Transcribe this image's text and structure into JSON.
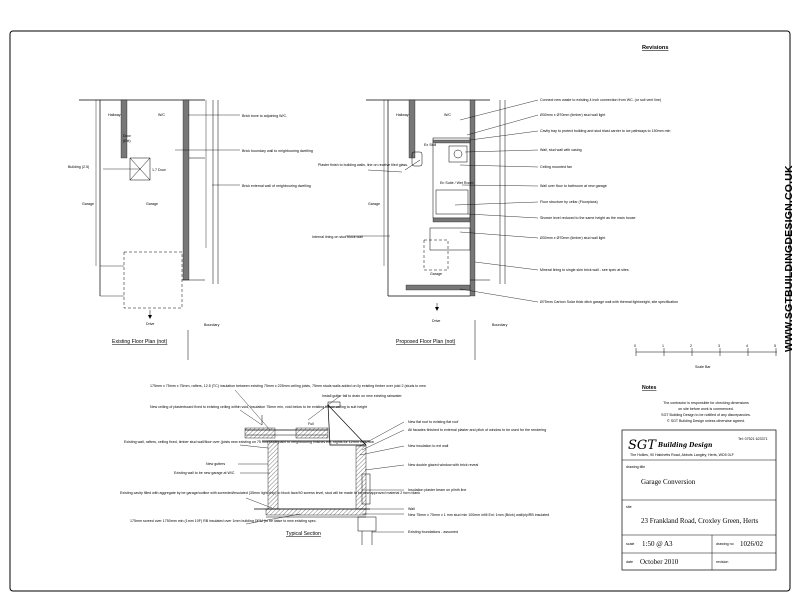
{
  "revisions": {
    "title": "Revisions"
  },
  "brand": {
    "website": "WWW.SGTBUILDINGDESIGN.CO.UK"
  },
  "existing_plan": {
    "title": "Existing Floor Plan (not)",
    "labels": {
      "hallway": "Hallway",
      "wc": "W/C",
      "door": "Door",
      "ext_door": "(Ext)",
      "building_wall": "Building (2.5)",
      "door_size": "1.7 Door",
      "garage_left": "Garage",
      "garage_center": "Garage",
      "drive": "Drive",
      "boundary": "Boundary"
    },
    "callouts": [
      "Brick boxe to adjoining W/C.",
      "Brick boundary wall to neighbouring dwelling",
      "Brick external wall of neighbouring dwelling"
    ]
  },
  "proposed_plan": {
    "title": "Proposed Floor Plan (not)",
    "labels": {
      "hallway": "Hallway",
      "wc": "W/C",
      "shower": "Ex Stoll",
      "en_suite": "En Suite / Wet Room",
      "garage_left": "Garage",
      "dressing": "Garage",
      "drive": "Drive",
      "boundary": "Boundary"
    },
    "left_notes": [
      "Plaster finish to building walls, line on receive tiled glass.",
      "Internal lining on stud block wall"
    ],
    "callouts": [
      "Connect new waste to existing 4 inch connection from WC. (or soil vent line)",
      "Ø30mm x Ø70mm (timber) stud wall light",
      "Cavity tray to protect building and stud blast carrier to ice pathways to 150mm min",
      "Wall, stud wall with casing",
      "Ceiling mounted fan",
      "Wall over floor to bathroom at new garage",
      "Floor structure by cellar (Floorplans)",
      "Shower level reduced to the same height as the main house",
      "Ø30mm x Ø70mm (timber) stud wall light",
      "Mineral lining to single skin brick wall - see spec at sites",
      "Ø75mm Carbon Solar thick ditch garage wall with thermal lightweight, site specification"
    ]
  },
  "section": {
    "title": "Typical Section",
    "left_notes": [
      "175mm x 75mm x 75mm, rafters, 12.5 (TC) insulation between existing 75mm x 225mm ceiling joists, 75mm studs walls added on lly existing timber over joist 2 (studs to new",
      "New ceiling of plasterboard fixed to existing ceiling within void, insulation 75mm min, void below to be existing below celling to suit height",
      "Existing wall, rafters, ceiling fixed, timber stud wall/floor over (joists new existing on 75 mm studs paint to neighbouring finishes ext, nights for 12mm max, low",
      "New gutters",
      "Existing wall to be new garage at W/C",
      "Existing cavity filled with aggregate by be garage/outline with screeded/insulated (35mm light chip) to block face/40 screws level, stud will be made to be new approved material 2 form blank",
      "175mm screed over 1750mm min (1mm 10F) RB insulated over 1mm building DPM (to be liaise to new existing spec."
    ],
    "top_note": "Install gutter fall to drain on new existing rainwater",
    "roof_label": "Full",
    "right_notes": [
      "New flat roof to existing flat roof",
      "All facades finished to external plaster and pitch of window to be used for the rendering",
      "New insulation to ext wall",
      "New double glazed window with brick reveal",
      "Insulation plaster beam on plinth line",
      "Wall",
      "New 75mm x 75mm x 1 mm stud min 100mm infill Ext: 1mm (Brick) wall/ply/RB insulated",
      "Existing foundations - assumed"
    ]
  },
  "scale_bar": {
    "label": "Scale Bar",
    "ticks": [
      "0",
      "1",
      "2",
      "3",
      "4",
      "5"
    ]
  },
  "notes": {
    "title": "Notes",
    "lines": [
      "The contractor is responsible for checking dimensions",
      "on site before work is commenced.",
      "SGT Building Design to be notified of any discrepancies.",
      "© SGT Building Design unless otherwise agreed."
    ]
  },
  "title_block": {
    "logo_initials": "SGT",
    "logo_text": "Building Design",
    "phone": "Tel: 07521 623371",
    "address": "The Hollies, 90 Hatchetts Road, Abbots Langley, Herts, WD5 0LF",
    "drawing_title_label": "drawing title",
    "drawing_title": "Garage Conversion",
    "site_label": "site",
    "site": "23 Frankland Road, Croxley Green, Herts",
    "scale_label": "scale",
    "scale": "1:50 @ A3",
    "drawing_no_label": "drawing no",
    "drawing_no": "1026/02",
    "date_label": "date",
    "date": "October 2010",
    "revision_label": "revision"
  }
}
